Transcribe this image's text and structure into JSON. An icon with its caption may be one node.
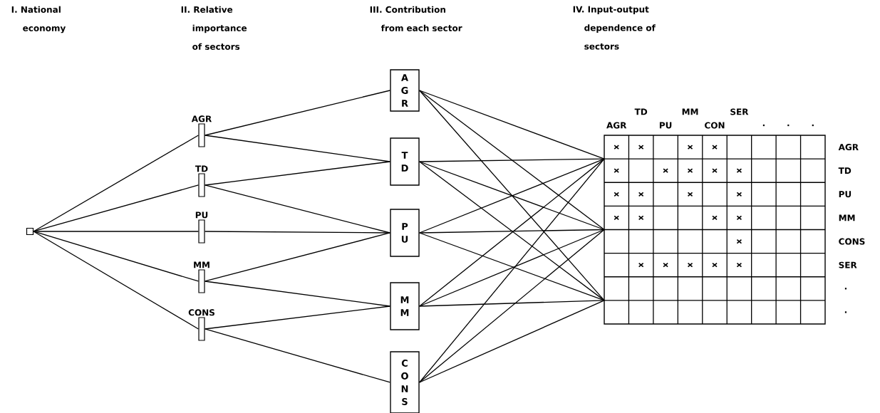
{
  "diagram": {
    "nodes": [
      {
        "text": [],
        "shape": "box"
      },
      {
        "text": [
          "AGR"
        ]
      },
      {
        "text": [
          "TD"
        ]
      },
      {
        "text": [
          "PU"
        ]
      },
      {
        "text": [
          "MM"
        ]
      },
      {
        "text": [
          "CONS"
        ]
      },
      {
        "text": [
          "AGR"
        ]
      },
      {
        "text": [
          "TD"
        ]
      },
      {
        "text": [
          "PU"
        ]
      },
      {
        "text": [
          "MM"
        ]
      },
      {
        "text": [
          "CONS"
        ]
      },
      {
        "text": [],
        "shape": "grid",
        "beside": [
          "TD",
          "MM",
          "SER",
          "AGR",
          "PU",
          "CON",
          ".",
          ".",
          ".",
          "AGR",
          "TD",
          "PU",
          "MM",
          "CONS",
          "SER",
          ".",
          "."
        ]
      }
    ],
    "edges": [
      {
        "from": 0,
        "to": 1,
        "arrow": "none"
      },
      {
        "from": 0,
        "to": 2,
        "arrow": "none"
      },
      {
        "from": 0,
        "to": 3,
        "arrow": "none"
      },
      {
        "from": 0,
        "to": 4,
        "arrow": "none"
      },
      {
        "from": 0,
        "to": 5,
        "arrow": "none"
      },
      {
        "from": 1,
        "to": 6,
        "arrow": "none"
      },
      {
        "from": 1,
        "to": 7,
        "arrow": "none"
      },
      {
        "from": 2,
        "to": 7,
        "arrow": "none"
      },
      {
        "from": 2,
        "to": 8,
        "arrow": "none"
      },
      {
        "from": 3,
        "to": 8,
        "arrow": "none"
      },
      {
        "from": 4,
        "to": 8,
        "arrow": "none"
      },
      {
        "from": 4,
        "to": 9,
        "arrow": "none"
      },
      {
        "from": 5,
        "to": 9,
        "arrow": "none"
      },
      {
        "from": 5,
        "to": 10,
        "arrow": "none"
      },
      {
        "from": 6,
        "to": 11,
        "arrow": "none"
      },
      {
        "from": 6,
        "to": 11,
        "arrow": "none"
      },
      {
        "from": 6,
        "to": 11,
        "arrow": "none"
      },
      {
        "from": 7,
        "to": 11,
        "arrow": "none"
      },
      {
        "from": 7,
        "to": 11,
        "arrow": "none"
      },
      {
        "from": 7,
        "to": 11,
        "arrow": "none"
      },
      {
        "from": 8,
        "to": 11,
        "arrow": "none"
      },
      {
        "from": 8,
        "to": 11,
        "arrow": "none"
      },
      {
        "from": 8,
        "to": 11,
        "arrow": "none"
      },
      {
        "from": 9,
        "to": 11,
        "arrow": "none"
      },
      {
        "from": 9,
        "to": 11,
        "arrow": "none"
      },
      {
        "from": 9,
        "to": 11,
        "arrow": "none"
      },
      {
        "from": 10,
        "to": 11,
        "arrow": "none"
      },
      {
        "from": 10,
        "to": 11,
        "arrow": "none"
      },
      {
        "from": 10,
        "to": 11,
        "arrow": "none"
      }
    ],
    "labels": [
      "I. National economy",
      "II. Relative importance of sectors",
      "III. Contribution from each sector",
      "IV. Input-output dependence of sectors"
    ]
  }
}
